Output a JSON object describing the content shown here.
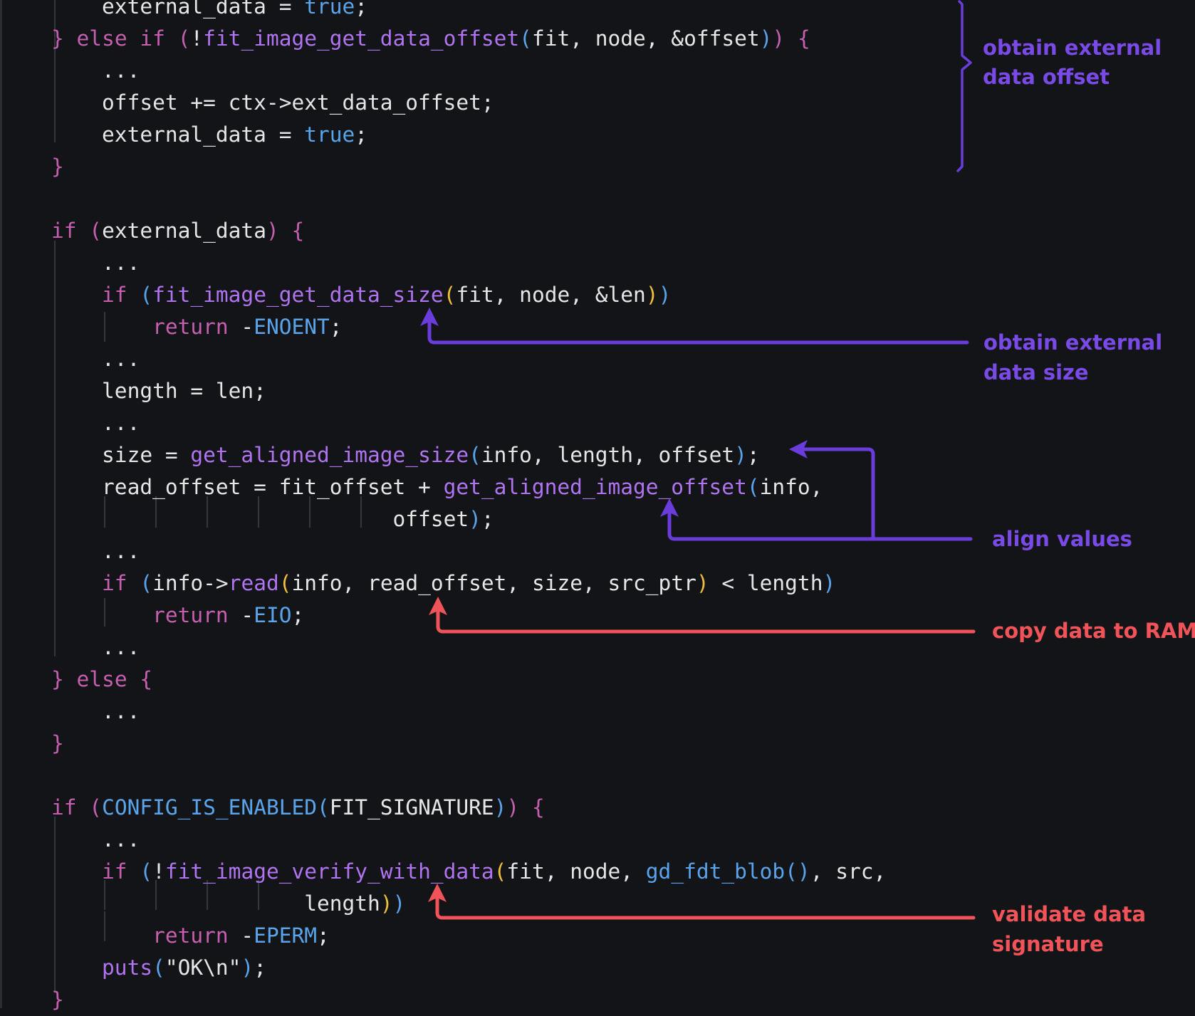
{
  "colors": {
    "background": "#121417",
    "text": "#e6e6e6",
    "keyword": "#c65fb0",
    "function": "#b174f0",
    "constant": "#5aa4ec",
    "paren_blue": "#5aa4ec",
    "paren_yellow": "#f0c03a",
    "brace": "#c65fb0",
    "accent_purple": "#6a3cdb",
    "accent_purple_text": "#7a4ae6",
    "accent_red": "#f05459"
  },
  "code_lines": [
    {
      "tokens": [
        {
          "t": "    external_data = ",
          "c": "text"
        },
        {
          "t": "true",
          "c": "constant"
        },
        {
          "t": ";",
          "c": "text"
        }
      ]
    },
    {
      "tokens": [
        {
          "t": "} ",
          "c": "brace"
        },
        {
          "t": "else if",
          "c": "keyword"
        },
        {
          "t": " ",
          "c": "text"
        },
        {
          "t": "(",
          "c": "keyword"
        },
        {
          "t": "!",
          "c": "text"
        },
        {
          "t": "fit_image_get_data_offset",
          "c": "function"
        },
        {
          "t": "(",
          "c": "paren_blue"
        },
        {
          "t": "fit, node, &offset",
          "c": "text"
        },
        {
          "t": ")",
          "c": "paren_blue"
        },
        {
          "t": ")",
          "c": "keyword"
        },
        {
          "t": " ",
          "c": "text"
        },
        {
          "t": "{",
          "c": "brace"
        }
      ]
    },
    {
      "tokens": [
        {
          "t": "    ...",
          "c": "text"
        }
      ]
    },
    {
      "tokens": [
        {
          "t": "    offset += ctx->ext_data_offset;",
          "c": "text"
        }
      ]
    },
    {
      "tokens": [
        {
          "t": "    external_data = ",
          "c": "text"
        },
        {
          "t": "true",
          "c": "constant"
        },
        {
          "t": ";",
          "c": "text"
        }
      ]
    },
    {
      "tokens": [
        {
          "t": "}",
          "c": "brace"
        }
      ]
    },
    {
      "tokens": []
    },
    {
      "tokens": [
        {
          "t": "if",
          "c": "keyword"
        },
        {
          "t": " ",
          "c": "text"
        },
        {
          "t": "(",
          "c": "keyword"
        },
        {
          "t": "external_data",
          "c": "text"
        },
        {
          "t": ")",
          "c": "keyword"
        },
        {
          "t": " ",
          "c": "text"
        },
        {
          "t": "{",
          "c": "brace"
        }
      ]
    },
    {
      "tokens": [
        {
          "t": "    ...",
          "c": "text"
        }
      ]
    },
    {
      "tokens": [
        {
          "t": "    ",
          "c": "text"
        },
        {
          "t": "if",
          "c": "keyword"
        },
        {
          "t": " ",
          "c": "text"
        },
        {
          "t": "(",
          "c": "paren_blue"
        },
        {
          "t": "fit_image_get_data_size",
          "c": "function"
        },
        {
          "t": "(",
          "c": "paren_yellow"
        },
        {
          "t": "fit, node, &len",
          "c": "text"
        },
        {
          "t": ")",
          "c": "paren_yellow"
        },
        {
          "t": ")",
          "c": "paren_blue"
        }
      ]
    },
    {
      "tokens": [
        {
          "t": "        ",
          "c": "text"
        },
        {
          "t": "return",
          "c": "keyword"
        },
        {
          "t": " -",
          "c": "text"
        },
        {
          "t": "ENOENT",
          "c": "constant"
        },
        {
          "t": ";",
          "c": "text"
        }
      ]
    },
    {
      "tokens": [
        {
          "t": "    ...",
          "c": "text"
        }
      ]
    },
    {
      "tokens": [
        {
          "t": "    length = len;",
          "c": "text"
        }
      ]
    },
    {
      "tokens": [
        {
          "t": "    ...",
          "c": "text"
        }
      ]
    },
    {
      "tokens": [
        {
          "t": "    size = ",
          "c": "text"
        },
        {
          "t": "get_aligned_image_size",
          "c": "function"
        },
        {
          "t": "(",
          "c": "paren_blue"
        },
        {
          "t": "info, length, offset",
          "c": "text"
        },
        {
          "t": ")",
          "c": "paren_blue"
        },
        {
          "t": ";",
          "c": "text"
        }
      ]
    },
    {
      "tokens": [
        {
          "t": "    read_offset = fit_offset + ",
          "c": "text"
        },
        {
          "t": "get_aligned_image_offset",
          "c": "function"
        },
        {
          "t": "(",
          "c": "paren_blue"
        },
        {
          "t": "info,",
          "c": "text"
        }
      ]
    },
    {
      "tokens": [
        {
          "t": "                           offset",
          "c": "text"
        },
        {
          "t": ")",
          "c": "paren_blue"
        },
        {
          "t": ";",
          "c": "text"
        }
      ]
    },
    {
      "tokens": [
        {
          "t": "    ...",
          "c": "text"
        }
      ]
    },
    {
      "tokens": [
        {
          "t": "    ",
          "c": "text"
        },
        {
          "t": "if",
          "c": "keyword"
        },
        {
          "t": " ",
          "c": "text"
        },
        {
          "t": "(",
          "c": "paren_blue"
        },
        {
          "t": "info->",
          "c": "text"
        },
        {
          "t": "read",
          "c": "function"
        },
        {
          "t": "(",
          "c": "paren_yellow"
        },
        {
          "t": "info, read_offset, size, src_ptr",
          "c": "text"
        },
        {
          "t": ")",
          "c": "paren_yellow"
        },
        {
          "t": " < length",
          "c": "text"
        },
        {
          "t": ")",
          "c": "paren_blue"
        }
      ]
    },
    {
      "tokens": [
        {
          "t": "        ",
          "c": "text"
        },
        {
          "t": "return",
          "c": "keyword"
        },
        {
          "t": " -",
          "c": "text"
        },
        {
          "t": "EIO",
          "c": "constant"
        },
        {
          "t": ";",
          "c": "text"
        }
      ]
    },
    {
      "tokens": [
        {
          "t": "    ...",
          "c": "text"
        }
      ]
    },
    {
      "tokens": [
        {
          "t": "} ",
          "c": "brace"
        },
        {
          "t": "else",
          "c": "keyword"
        },
        {
          "t": " ",
          "c": "text"
        },
        {
          "t": "{",
          "c": "brace"
        }
      ]
    },
    {
      "tokens": [
        {
          "t": "    ...",
          "c": "text"
        }
      ]
    },
    {
      "tokens": [
        {
          "t": "}",
          "c": "brace"
        }
      ]
    },
    {
      "tokens": []
    },
    {
      "tokens": [
        {
          "t": "if",
          "c": "keyword"
        },
        {
          "t": " ",
          "c": "text"
        },
        {
          "t": "(",
          "c": "keyword"
        },
        {
          "t": "CONFIG_IS_ENABLED",
          "c": "constant"
        },
        {
          "t": "(",
          "c": "paren_blue"
        },
        {
          "t": "FIT_SIGNATURE",
          "c": "text"
        },
        {
          "t": ")",
          "c": "paren_blue"
        },
        {
          "t": ")",
          "c": "keyword"
        },
        {
          "t": " ",
          "c": "text"
        },
        {
          "t": "{",
          "c": "brace"
        }
      ]
    },
    {
      "tokens": [
        {
          "t": "    ...",
          "c": "text"
        }
      ]
    },
    {
      "tokens": [
        {
          "t": "    ",
          "c": "text"
        },
        {
          "t": "if",
          "c": "keyword"
        },
        {
          "t": " ",
          "c": "text"
        },
        {
          "t": "(",
          "c": "paren_blue"
        },
        {
          "t": "!",
          "c": "text"
        },
        {
          "t": "fit_image_verify_with_data",
          "c": "function"
        },
        {
          "t": "(",
          "c": "paren_yellow"
        },
        {
          "t": "fit, node, ",
          "c": "text"
        },
        {
          "t": "gd_fdt_blob",
          "c": "constant"
        },
        {
          "t": "()",
          "c": "paren_blue"
        },
        {
          "t": ", src,",
          "c": "text"
        }
      ]
    },
    {
      "tokens": [
        {
          "t": "                    length",
          "c": "text"
        },
        {
          "t": ")",
          "c": "paren_yellow"
        },
        {
          "t": ")",
          "c": "paren_blue"
        }
      ]
    },
    {
      "tokens": [
        {
          "t": "        ",
          "c": "text"
        },
        {
          "t": "return",
          "c": "keyword"
        },
        {
          "t": " -",
          "c": "text"
        },
        {
          "t": "EPERM",
          "c": "constant"
        },
        {
          "t": ";",
          "c": "text"
        }
      ]
    },
    {
      "tokens": [
        {
          "t": "    puts",
          "c": "function"
        },
        {
          "t": "(",
          "c": "paren_blue"
        },
        {
          "t": "\"OK\\n\"",
          "c": "text"
        },
        {
          "t": ")",
          "c": "paren_blue"
        },
        {
          "t": ";",
          "c": "text"
        }
      ]
    },
    {
      "tokens": [
        {
          "t": "}",
          "c": "brace"
        }
      ]
    }
  ],
  "annotations": {
    "data_offset": {
      "line1": "obtain external",
      "line2": "data offset"
    },
    "data_size": {
      "line1": "obtain external",
      "line2": "data size"
    },
    "align": {
      "line1": "align values"
    },
    "copy": {
      "line1": "copy data to RAM"
    },
    "signature": {
      "line1": "validate data",
      "line2": "signature"
    }
  }
}
